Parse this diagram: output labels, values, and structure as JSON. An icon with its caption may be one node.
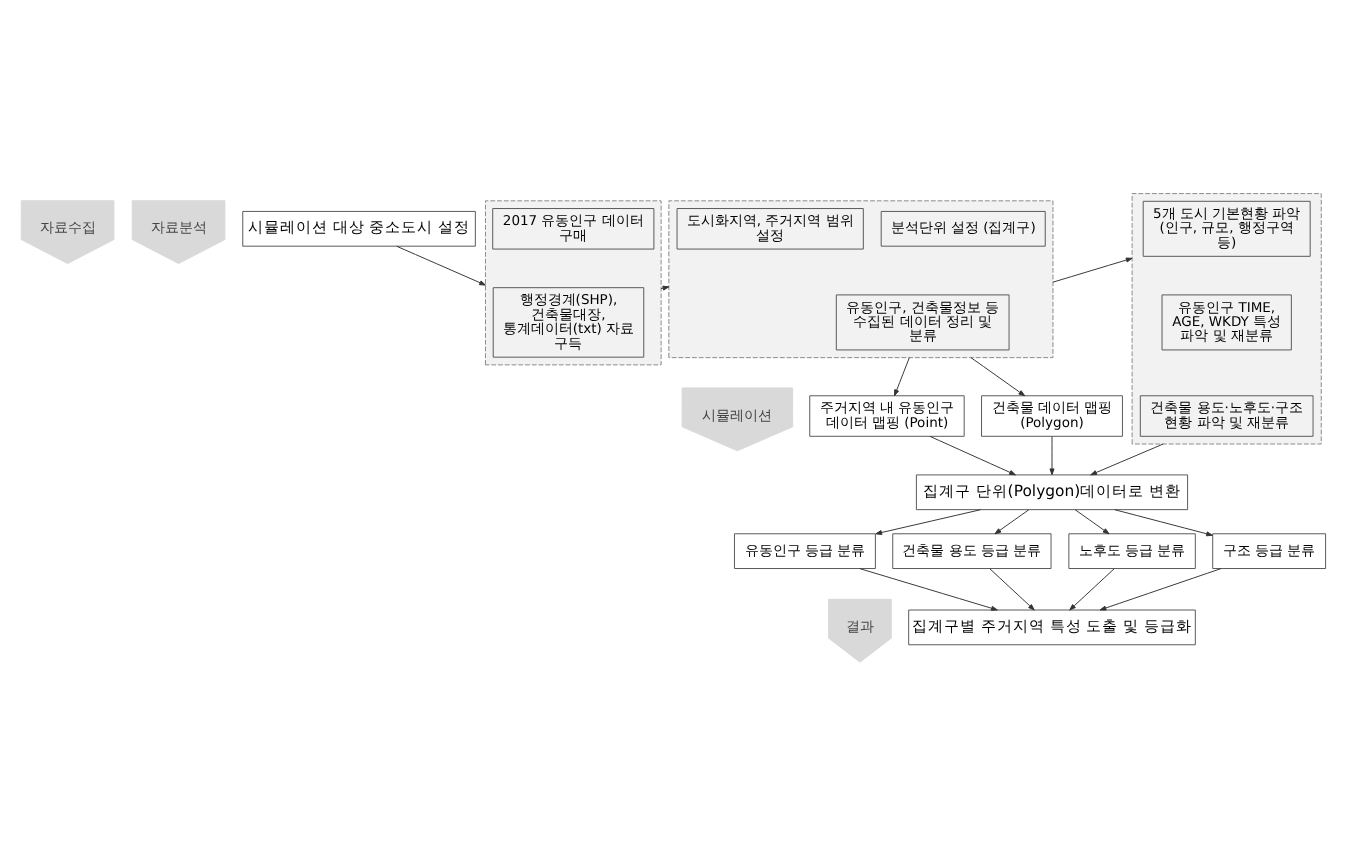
{
  "diagram": {
    "nodes": [
      {
        "text": [
          "자료수집"
        ]
      },
      {
        "text": [
          "자료분석"
        ]
      },
      {
        "text": [
          "시뮬레이션"
        ]
      },
      {
        "text": [
          "결과"
        ]
      },
      {
        "text": [
          "시뮬레이션 대상 중소도시 설정"
        ]
      },
      {
        "text": [],
        "shape": "box"
      },
      {
        "text": [
          "행정경계(SHP), 건축물대장, 통계데이터(txt) 자료 구득"
        ],
        "in": 5
      },
      {
        "text": [
          "2017 유동인구 데이터 구매"
        ],
        "in": 5
      },
      {
        "text": [],
        "shape": "box"
      },
      {
        "text": [
          "분석단위 설정 (집계구)"
        ],
        "in": 8
      },
      {
        "text": [
          "도시화지역, 주거지역 범위 설정"
        ],
        "in": 8
      },
      {
        "text": [
          "유동인구, 건축물정보 등 수집된 데이터 정리 및 분류"
        ],
        "in": 8
      },
      {
        "text": [],
        "shape": "box"
      },
      {
        "text": [
          "5개 도시 기본현황 파악 (인구, 규모, 행정구역 등)"
        ],
        "in": 12
      },
      {
        "text": [
          "유동인구 TIME, AGE, WKDY 특성 파악 및 재분류"
        ],
        "in": 12
      },
      {
        "text": [
          "건축물 용도·노후도·구조 현황 파악 및 재분류"
        ],
        "in": 12
      },
      {
        "text": [
          "주거지역 내 유동인구 데이터 맵핑 (Point)"
        ]
      },
      {
        "text": [
          "건축물 데이터 맵핑 (Polygon)"
        ]
      },
      {
        "text": [
          "집계구 단위(Polygon)데이터로 변환"
        ]
      },
      {
        "text": [
          "유동인구 등급 분류"
        ]
      },
      {
        "text": [
          "건축물 용도 등급 분류"
        ]
      },
      {
        "text": [
          "노후도 등급 분류"
        ]
      },
      {
        "text": [
          "구조 등급 분류"
        ]
      },
      {
        "text": [
          "집계구별 주거지역 특성 도출 및 등급화"
        ]
      }
    ],
    "edges": [
      {
        "from": 4,
        "to": 5,
        "arrow": "to"
      },
      {
        "from": 5,
        "to": 8,
        "arrow": "to"
      },
      {
        "from": 8,
        "to": 16,
        "arrow": "to"
      },
      {
        "from": 8,
        "to": 17,
        "arrow": "to"
      },
      {
        "from": 8,
        "to": 12,
        "arrow": "to"
      },
      {
        "from": 16,
        "to": 18,
        "arrow": "to"
      },
      {
        "from": 17,
        "to": 18,
        "arrow": "to"
      },
      {
        "from": 12,
        "to": 18,
        "arrow": "to"
      },
      {
        "from": 18,
        "to": 19,
        "arrow": "to"
      },
      {
        "from": 18,
        "to": 20,
        "arrow": "to"
      },
      {
        "from": 18,
        "to": 21,
        "arrow": "to"
      },
      {
        "from": 18,
        "to": 22,
        "arrow": "to"
      },
      {
        "from": 19,
        "to": 23,
        "arrow": "to"
      },
      {
        "from": 20,
        "to": 23,
        "arrow": "to"
      },
      {
        "from": 21,
        "to": 23,
        "arrow": "to"
      },
      {
        "from": 22,
        "to": 23,
        "arrow": "to"
      }
    ]
  }
}
